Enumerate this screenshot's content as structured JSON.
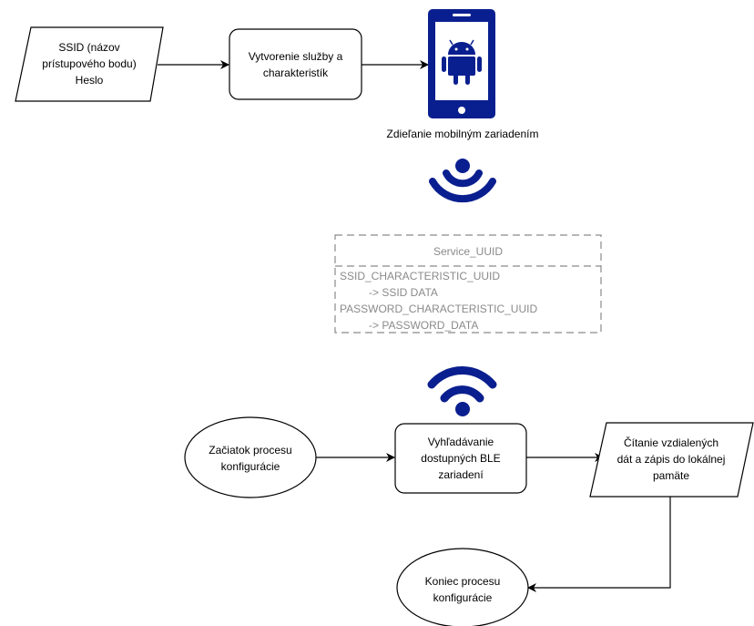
{
  "colors": {
    "stroke": "#000000",
    "accent": "#0a1f8f",
    "dashed": "#8a8a8a",
    "background": "#ffffff"
  },
  "top_flow": {
    "input_line1": "SSID (názov",
    "input_line2": "prístupového bodu)",
    "input_line3": "Heslo",
    "service_line1": "Vytvorenie služby a",
    "service_line2": "charakteristík",
    "phone_icon": "android-phone-icon",
    "phone_caption": "Zdieľanie mobilným zariadením"
  },
  "broadcast_icon": "wifi-broadcast-icon",
  "receive_icon": "wifi-receive-icon",
  "ble_service": {
    "title": "Service_UUID",
    "line1": "SSID_CHARACTERISTIC_UUID",
    "line2": "-> SSID  DATA",
    "line3": "PASSWORD_CHARACTERISTIC_UUID",
    "line4": "-> PASSWORD_DATA"
  },
  "bottom_flow": {
    "start_line1": "Začiatok procesu",
    "start_line2": "konfigurácie",
    "scan_line1": "Vyhľadávanie",
    "scan_line2": "dostupných BLE",
    "scan_line3": "zariadení",
    "read_line1": "Čítanie vzdialených",
    "read_line2": "dát a zápis do lokálnej",
    "read_line3": "pamäte",
    "end_line1": "Koniec procesu",
    "end_line2": "konfigurácie"
  }
}
